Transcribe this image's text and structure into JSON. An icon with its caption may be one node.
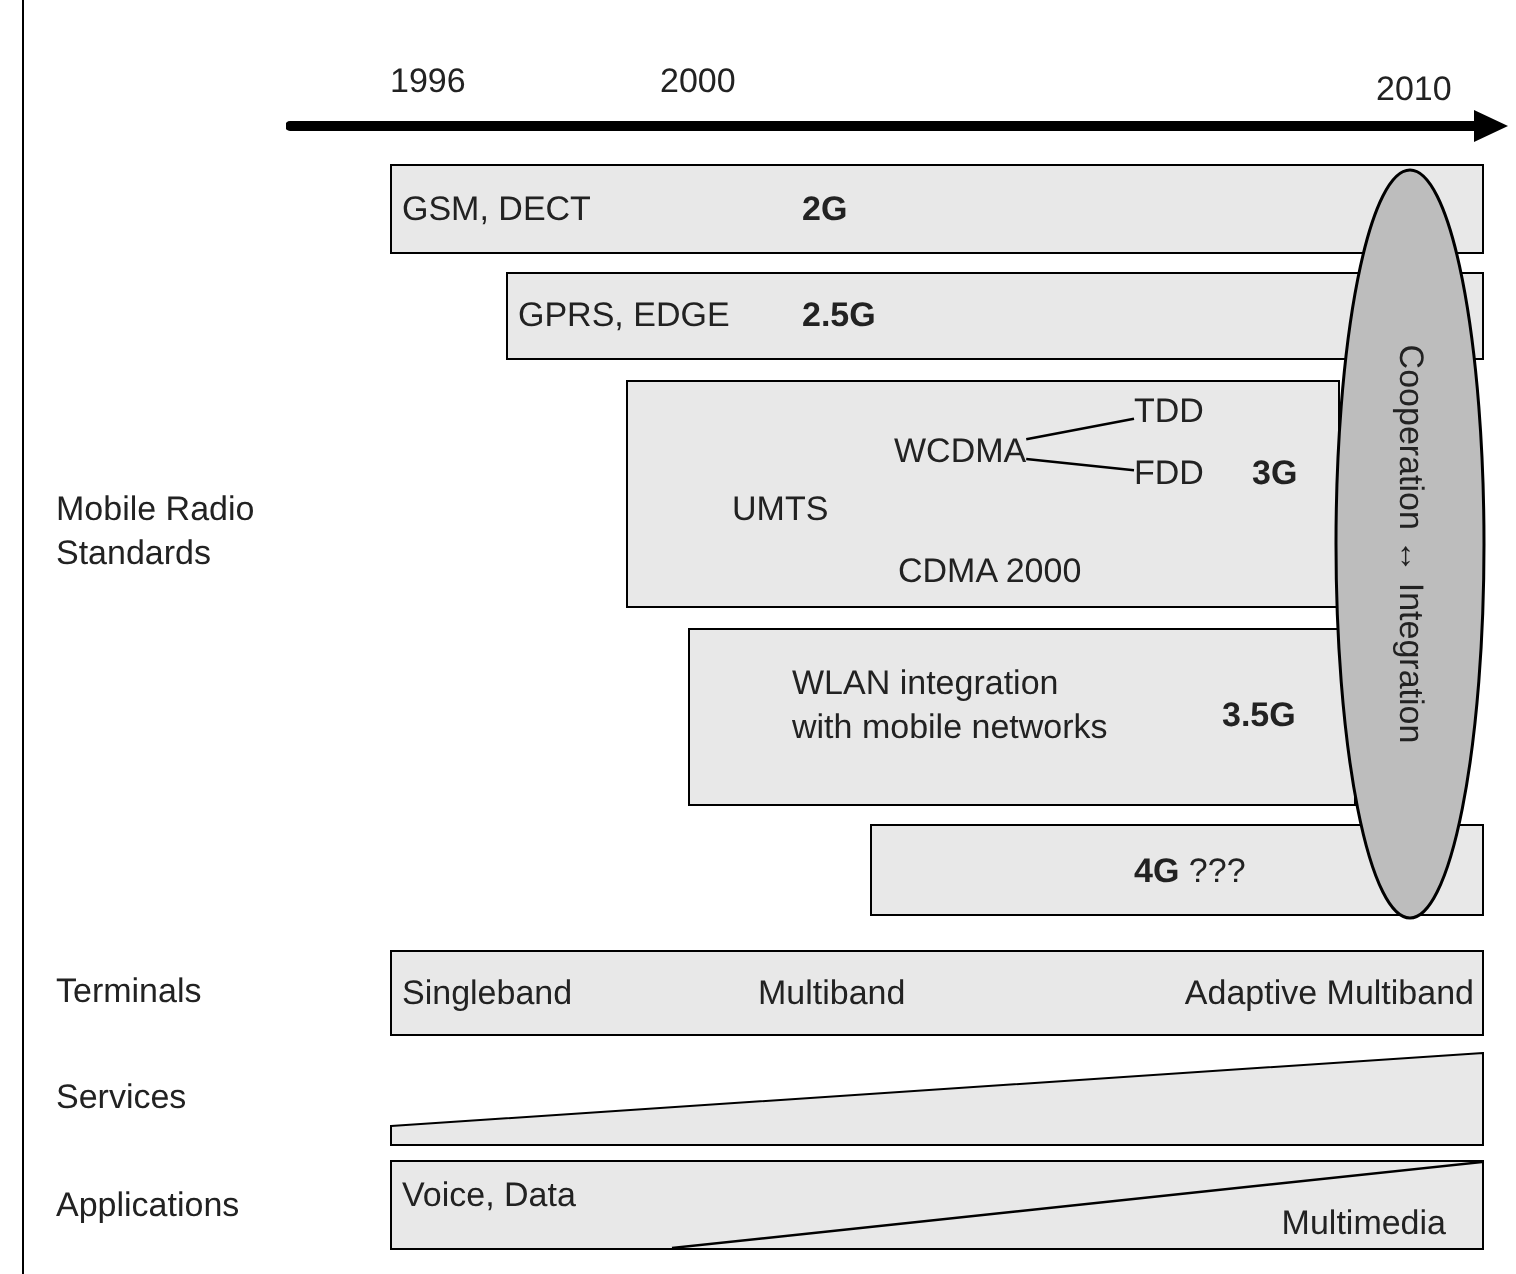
{
  "diagram": {
    "nodes": [
      {
        "text": [
          "GSM, DECT",
          "2G"
        ]
      },
      {
        "text": [
          "GPRS, EDGE",
          "2.5G"
        ]
      },
      {
        "text": [
          "UMTS",
          "CDMA 2000",
          "3G"
        ]
      },
      {
        "text": [
          "WCDMA"
        ],
        "in": 2
      },
      {
        "text": [
          "TDD"
        ],
        "in": 2
      },
      {
        "text": [
          "FDD"
        ],
        "in": 2
      },
      {
        "text": [
          "WLAN integration with mobile networks",
          "3.5G"
        ]
      },
      {
        "text": [
          "**4G** ???"
        ]
      },
      {
        "text": [
          "Cooperation ↔ Integration"
        ]
      },
      {
        "text": [
          "Singleband",
          "Multiband",
          "Adaptive Multiband"
        ]
      },
      {
        "text": [],
        "shape": "bar"
      },
      {
        "text": [
          "Voice, Data",
          "Multimedia"
        ]
      }
    ],
    "edges": [
      {
        "from": 3,
        "to": 4,
        "arrow": "none"
      },
      {
        "from": 3,
        "to": 5,
        "arrow": "none"
      }
    ],
    "labels": [
      "1996",
      "2000",
      "2010",
      "Mobile Radio Standards",
      "Terminals",
      "Services",
      "Applications"
    ]
  }
}
